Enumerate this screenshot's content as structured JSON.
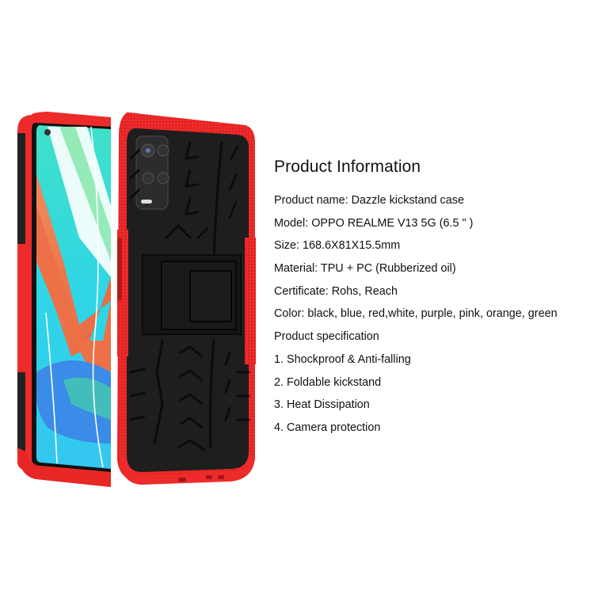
{
  "product_image": {
    "alt": "Red and black dazzle kickstand case on phone, front and back view",
    "case_accent_color": "#ef2a2a",
    "case_body_color": "#1c1c1c"
  },
  "info": {
    "title": "Product Information",
    "lines": [
      "Product name: Dazzle kickstand case",
      "Model: OPPO REALME V13 5G (6.5 \" )",
      "Size: 168.6X81X15.5mm",
      "Material: TPU + PC (Rubberized oil)",
      "Certificate: Rohs, Reach",
      "Color: black, blue, red,white, purple, pink, orange, green",
      "Product specification",
      "1. Shockproof & Anti-falling",
      "2. Foldable kickstand",
      "3. Heat Dissipation",
      "4. Camera protection"
    ]
  }
}
